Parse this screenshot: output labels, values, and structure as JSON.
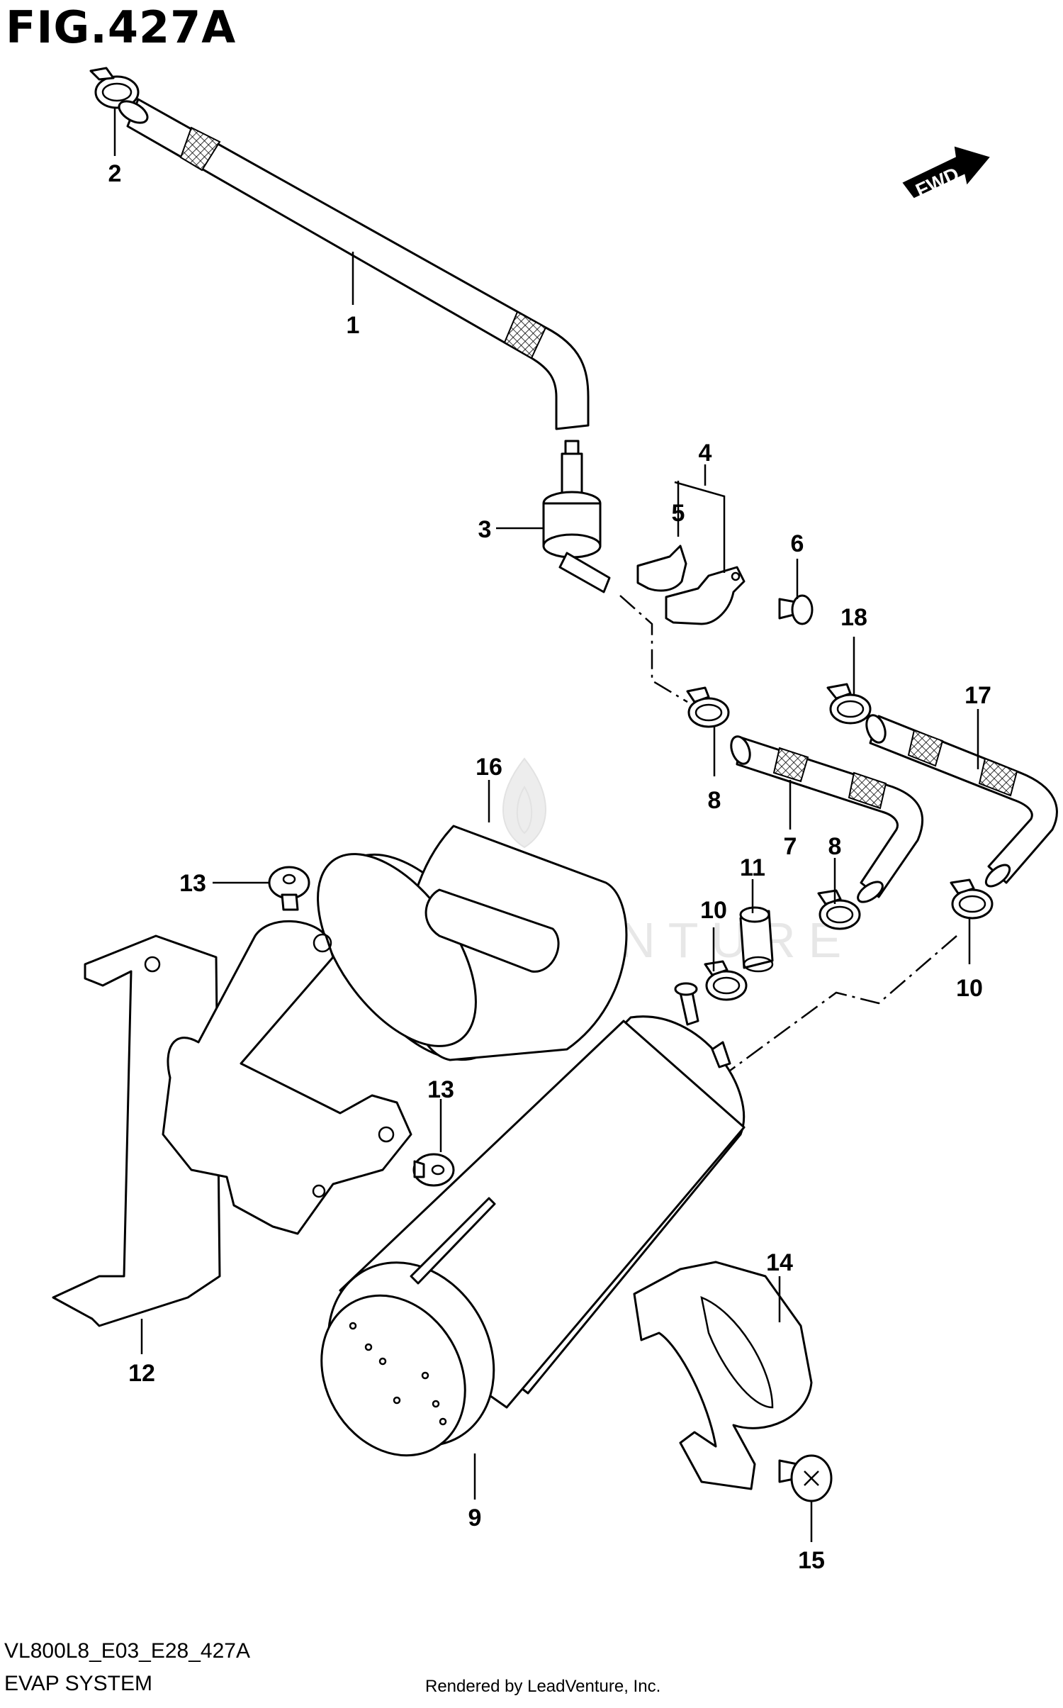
{
  "figure": {
    "title": "FIG.427A",
    "drawing_code": "VL800L8_E03_E28_427A",
    "system_name": "EVAP SYSTEM",
    "render_credit": "Rendered by LeadVenture, Inc.",
    "fwd_label": "FWD",
    "watermark": "LEADVENTURE"
  },
  "callouts": {
    "c1": "1",
    "c2": "2",
    "c3": "3",
    "c4": "4",
    "c5": "5",
    "c6": "6",
    "c7": "7",
    "c8a": "8",
    "c8b": "8",
    "c9": "9",
    "c10a": "10",
    "c10b": "10",
    "c11": "11",
    "c12": "12",
    "c13a": "13",
    "c13b": "13",
    "c14": "14",
    "c15": "15",
    "c16": "16",
    "c17": "17",
    "c18": "18"
  },
  "icons": {
    "fwd": "arrow-right-icon",
    "watermark": "flame-logo-icon"
  }
}
